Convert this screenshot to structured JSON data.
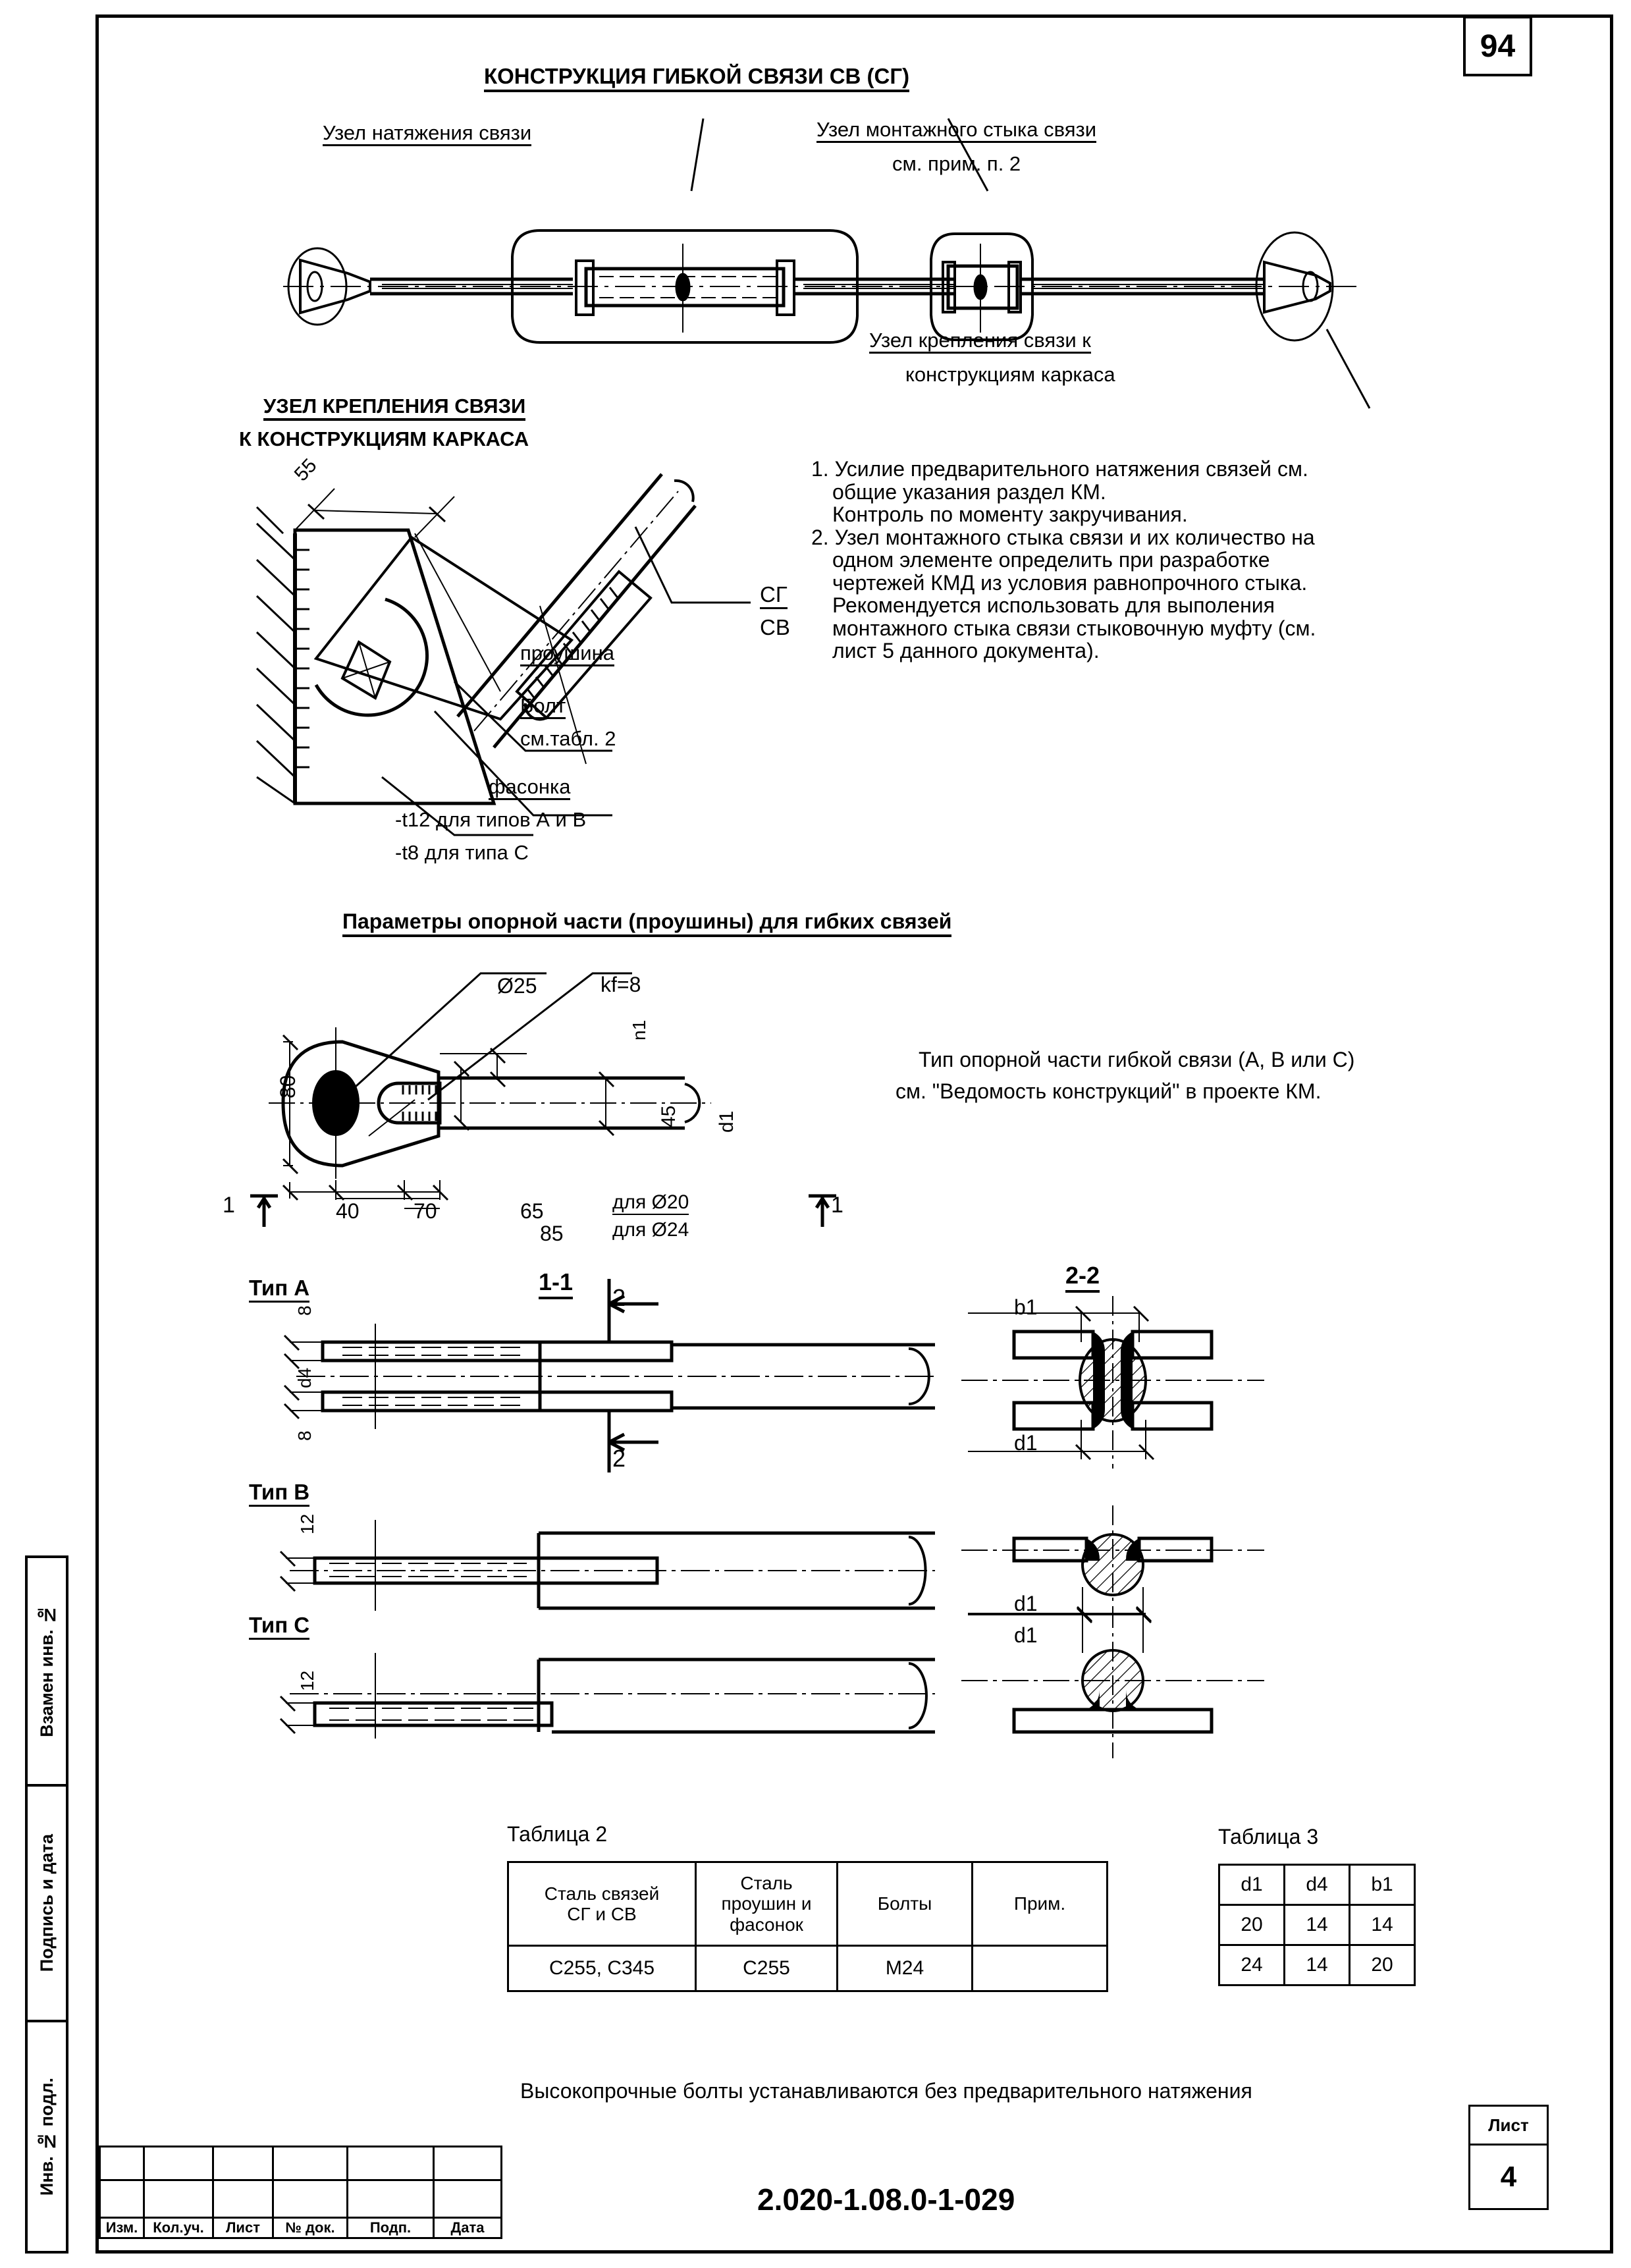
{
  "sheet": {
    "page_number": "94",
    "doc_code": "2.020-1.08.0-1-029",
    "sheet_label": "Лист",
    "sheet_value": "4"
  },
  "margin_column": {
    "items": [
      "Взамен инв. №",
      "Подпись и дата",
      "Инв. № подл."
    ]
  },
  "titles": {
    "main": "КОНСТРУКЦИЯ  ГИБКОЙ  СВЯЗИ СВ (СГ)",
    "node_attach_1": "УЗЕЛ КРЕПЛЕНИЯ СВЯЗИ",
    "node_attach_2": "К КОНСТРУКЦИЯМ КАРКАСА",
    "params": "Параметры опорной части (проушины) для гибких связей"
  },
  "callouts": {
    "tension_node": "Узел натяжения связи",
    "joint_node_1": "Узел монтажного стыка связи",
    "joint_node_2": "см. прим. п. 2",
    "attach_node_1": "Узел крепления связи к",
    "attach_node_2": "конструкциям каркаса",
    "sg": "СГ",
    "sv": "СВ",
    "proushina": "проушина",
    "bolt_1": "Болт",
    "bolt_2": "см.табл. 2",
    "fasonka": "фасонка",
    "fasonka_ab": "-t12 для типов А и В",
    "fasonka_c": "-t8 для типа С"
  },
  "notes": {
    "items": [
      "1. Усилие предварительного натяжения связей см.",
      "общие указания раздел КМ.",
      "Контроль по моменту закручивания.",
      "2. Узел монтажного стыка связи и их количество на",
      "одном элементе определить  при разработке",
      "чертежей КМД из условия равнопрочного стыка.",
      "Рекомендуется использовать для выполения",
      "монтажного стыка связи стыковочную муфту (см.",
      "лист 5 данного документа)."
    ]
  },
  "type_note": {
    "line1": "Тип опорной части гибкой связи (А, В или С)",
    "line2": "см. \"Ведомость конструкций\" в проекте КМ."
  },
  "dimensions": {
    "d55": "55",
    "diam25": "Ø25",
    "kf8": "kf=8",
    "h80": "80",
    "n1": "n1",
    "v45": "45",
    "d1": "d1",
    "w40": "40",
    "w70": "70",
    "w65": "65",
    "w85": "85",
    "for_d20": "для Ø20",
    "for_d24": "для Ø24",
    "mark1_left": "1",
    "mark1_right": "1",
    "mark2_top": "2",
    "mark2_bottom": "2",
    "t8_top": "8",
    "t8_bottom": "8",
    "d4": "d4",
    "t12_b": "12",
    "t12_c": "12",
    "b1": "b1",
    "d1_2a": "d1",
    "d1_2b": "d1",
    "d1_2c": "d1"
  },
  "section_labels": {
    "type_a": "Тип А",
    "type_b": "Тип В",
    "type_c": "Тип С",
    "sec_1_1": "1-1",
    "sec_2_2": "2-2"
  },
  "table2": {
    "caption": "Таблица 2",
    "headers": [
      "Сталь связей\nСГ и СВ",
      "Сталь\nпроушин и\nфасонок",
      "Болты",
      "Прим."
    ],
    "rows": [
      [
        "С255, С345",
        "С255",
        "М24",
        ""
      ]
    ]
  },
  "table3": {
    "caption": "Таблица 3",
    "headers": [
      "d1",
      "d4",
      "b1"
    ],
    "rows": [
      [
        "20",
        "14",
        "14"
      ],
      [
        "24",
        "14",
        "20"
      ]
    ]
  },
  "footer_note": "Высокопрочные болты устанавливаются без предварительного натяжения",
  "title_block": {
    "columns": [
      "Изм.",
      "Кол.уч.",
      "Лист",
      "№ док.",
      "Подп.",
      "Дата"
    ]
  }
}
